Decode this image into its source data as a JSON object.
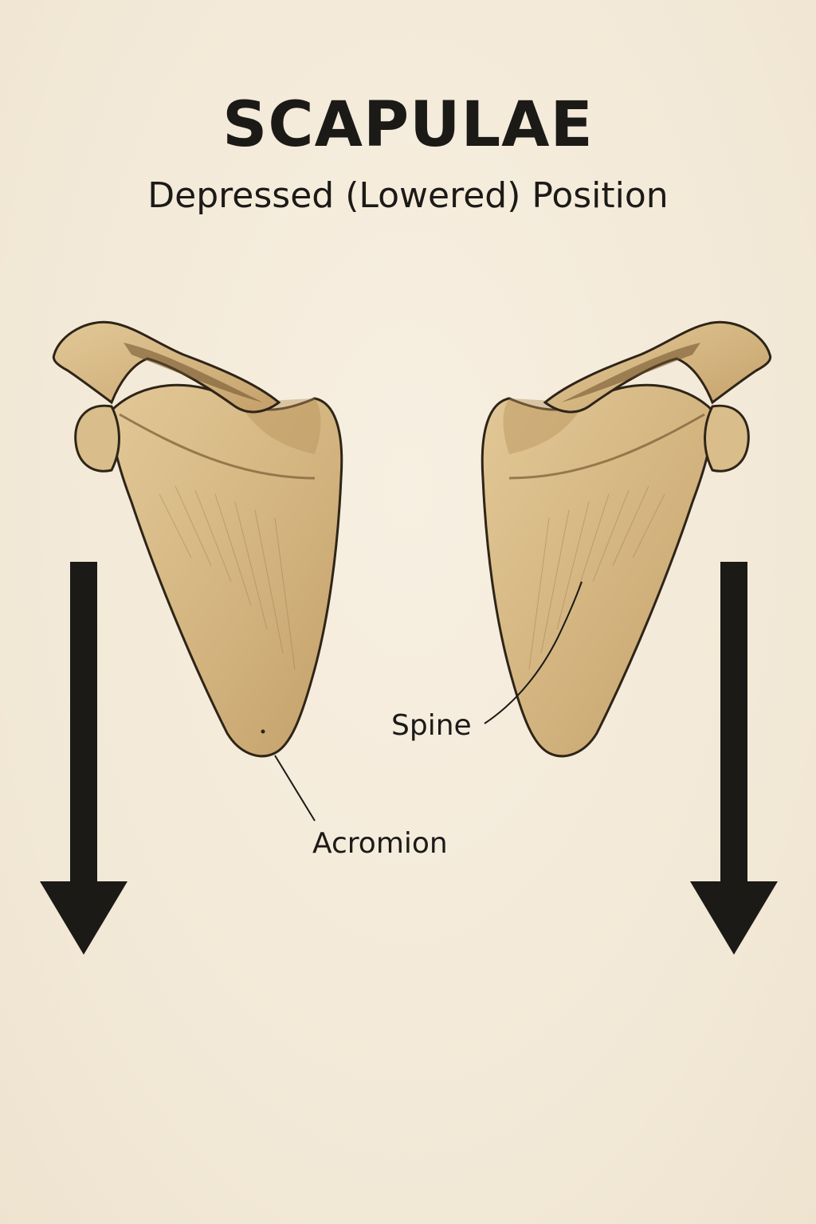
{
  "title": "SCAPULAE",
  "subtitle": "Depressed (Lowered) Position",
  "labels": {
    "spine": "Spine",
    "acromion": "Acromion"
  },
  "colors": {
    "background": "#f2e8d6",
    "bone_fill": "#d8bd8c",
    "bone_shadow": "#b8935a",
    "outline": "#2e2418",
    "arrow": "#1c1a17"
  },
  "icons": {
    "left_arrow": "arrow-down-icon",
    "right_arrow": "arrow-down-icon"
  }
}
